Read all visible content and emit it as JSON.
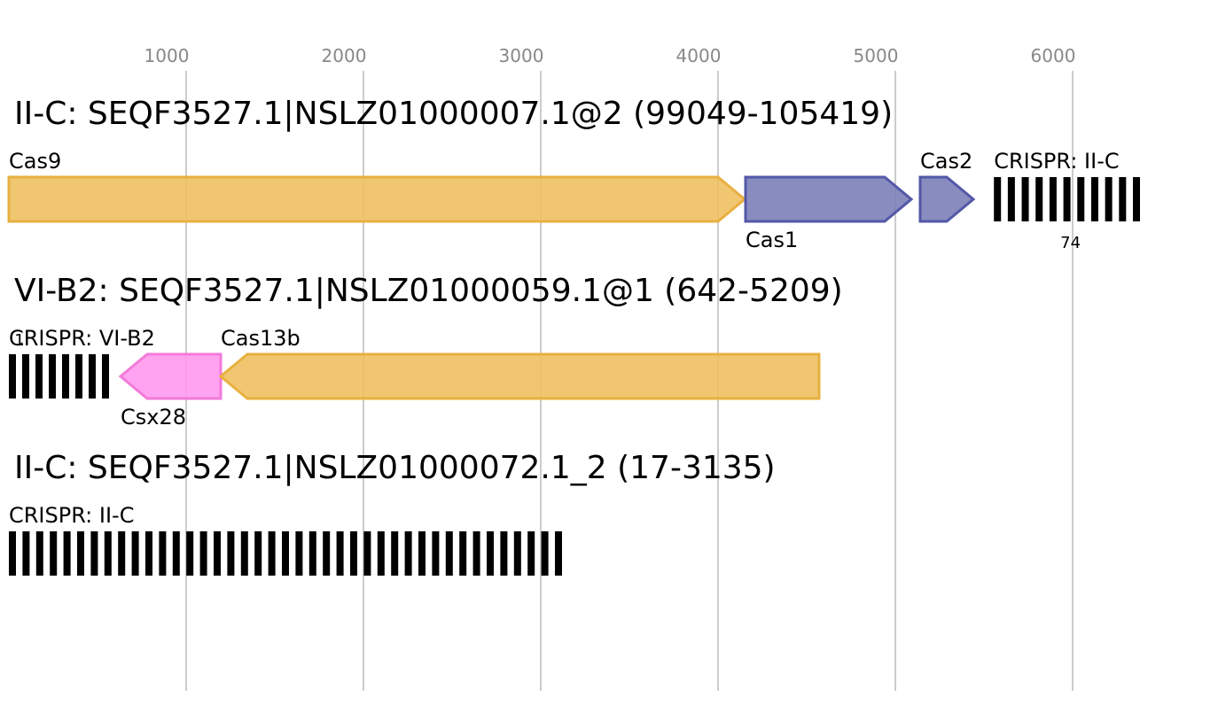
{
  "axis": {
    "ticks": [
      {
        "value": 1000,
        "label": "1000"
      },
      {
        "value": 2000,
        "label": "2000"
      },
      {
        "value": 3000,
        "label": "3000"
      },
      {
        "value": 4000,
        "label": "4000"
      },
      {
        "value": 5000,
        "label": "5000"
      },
      {
        "value": 6000,
        "label": "6000"
      }
    ],
    "bp_min": 0,
    "bp_per_unit": 1
  },
  "loci": [
    {
      "title": "II-C: SEQF3527.1|NSLZ01000007.1@2 (99049-105419)",
      "genes": [
        {
          "name": "Cas9",
          "start": 0,
          "end": 4150,
          "strand": "+",
          "color": "#f0c060",
          "stroke": "#e8b040",
          "label_pos": "above"
        },
        {
          "name": "Cas1",
          "start": 4155,
          "end": 5090,
          "strand": "+",
          "color": "#7b7fb8",
          "stroke": "#5358a8",
          "label_pos": "below"
        },
        {
          "name": "Cas2",
          "start": 5140,
          "end": 5440,
          "strand": "+",
          "color": "#7b7fb8",
          "stroke": "#5358a8",
          "label_pos": "above"
        }
      ],
      "arrays": [
        {
          "name": "CRISPR: II-C",
          "start": 5556,
          "end": 6380,
          "bars": 11,
          "count_label": "74",
          "label_pos": "above"
        }
      ]
    },
    {
      "title": "VI-B2: SEQF3527.1|NSLZ01000059.1@1 (642-5209)",
      "genes": [
        {
          "name": "Csx28",
          "start": 630,
          "end": 1195,
          "strand": "-",
          "color": "#ff99ee",
          "stroke": "#f27ad8",
          "label_pos": "below"
        },
        {
          "name": "Cas13b",
          "start": 1195,
          "end": 4570,
          "strand": "-",
          "color": "#f0c060",
          "stroke": "#e8b040",
          "label_pos": "above"
        }
      ],
      "arrays": [
        {
          "name": "CRISPR: VI-B2",
          "start": 0,
          "end": 565,
          "bars": 8,
          "count_label": "1",
          "label_pos": "above"
        }
      ]
    },
    {
      "title": "II-C: SEQF3527.1|NSLZ01000072.1_2 (17-3135)",
      "genes": [],
      "arrays": [
        {
          "name": "CRISPR: II-C",
          "start": 0,
          "end": 3120,
          "bars": 41,
          "count_label": "",
          "label_pos": "above"
        }
      ]
    }
  ]
}
